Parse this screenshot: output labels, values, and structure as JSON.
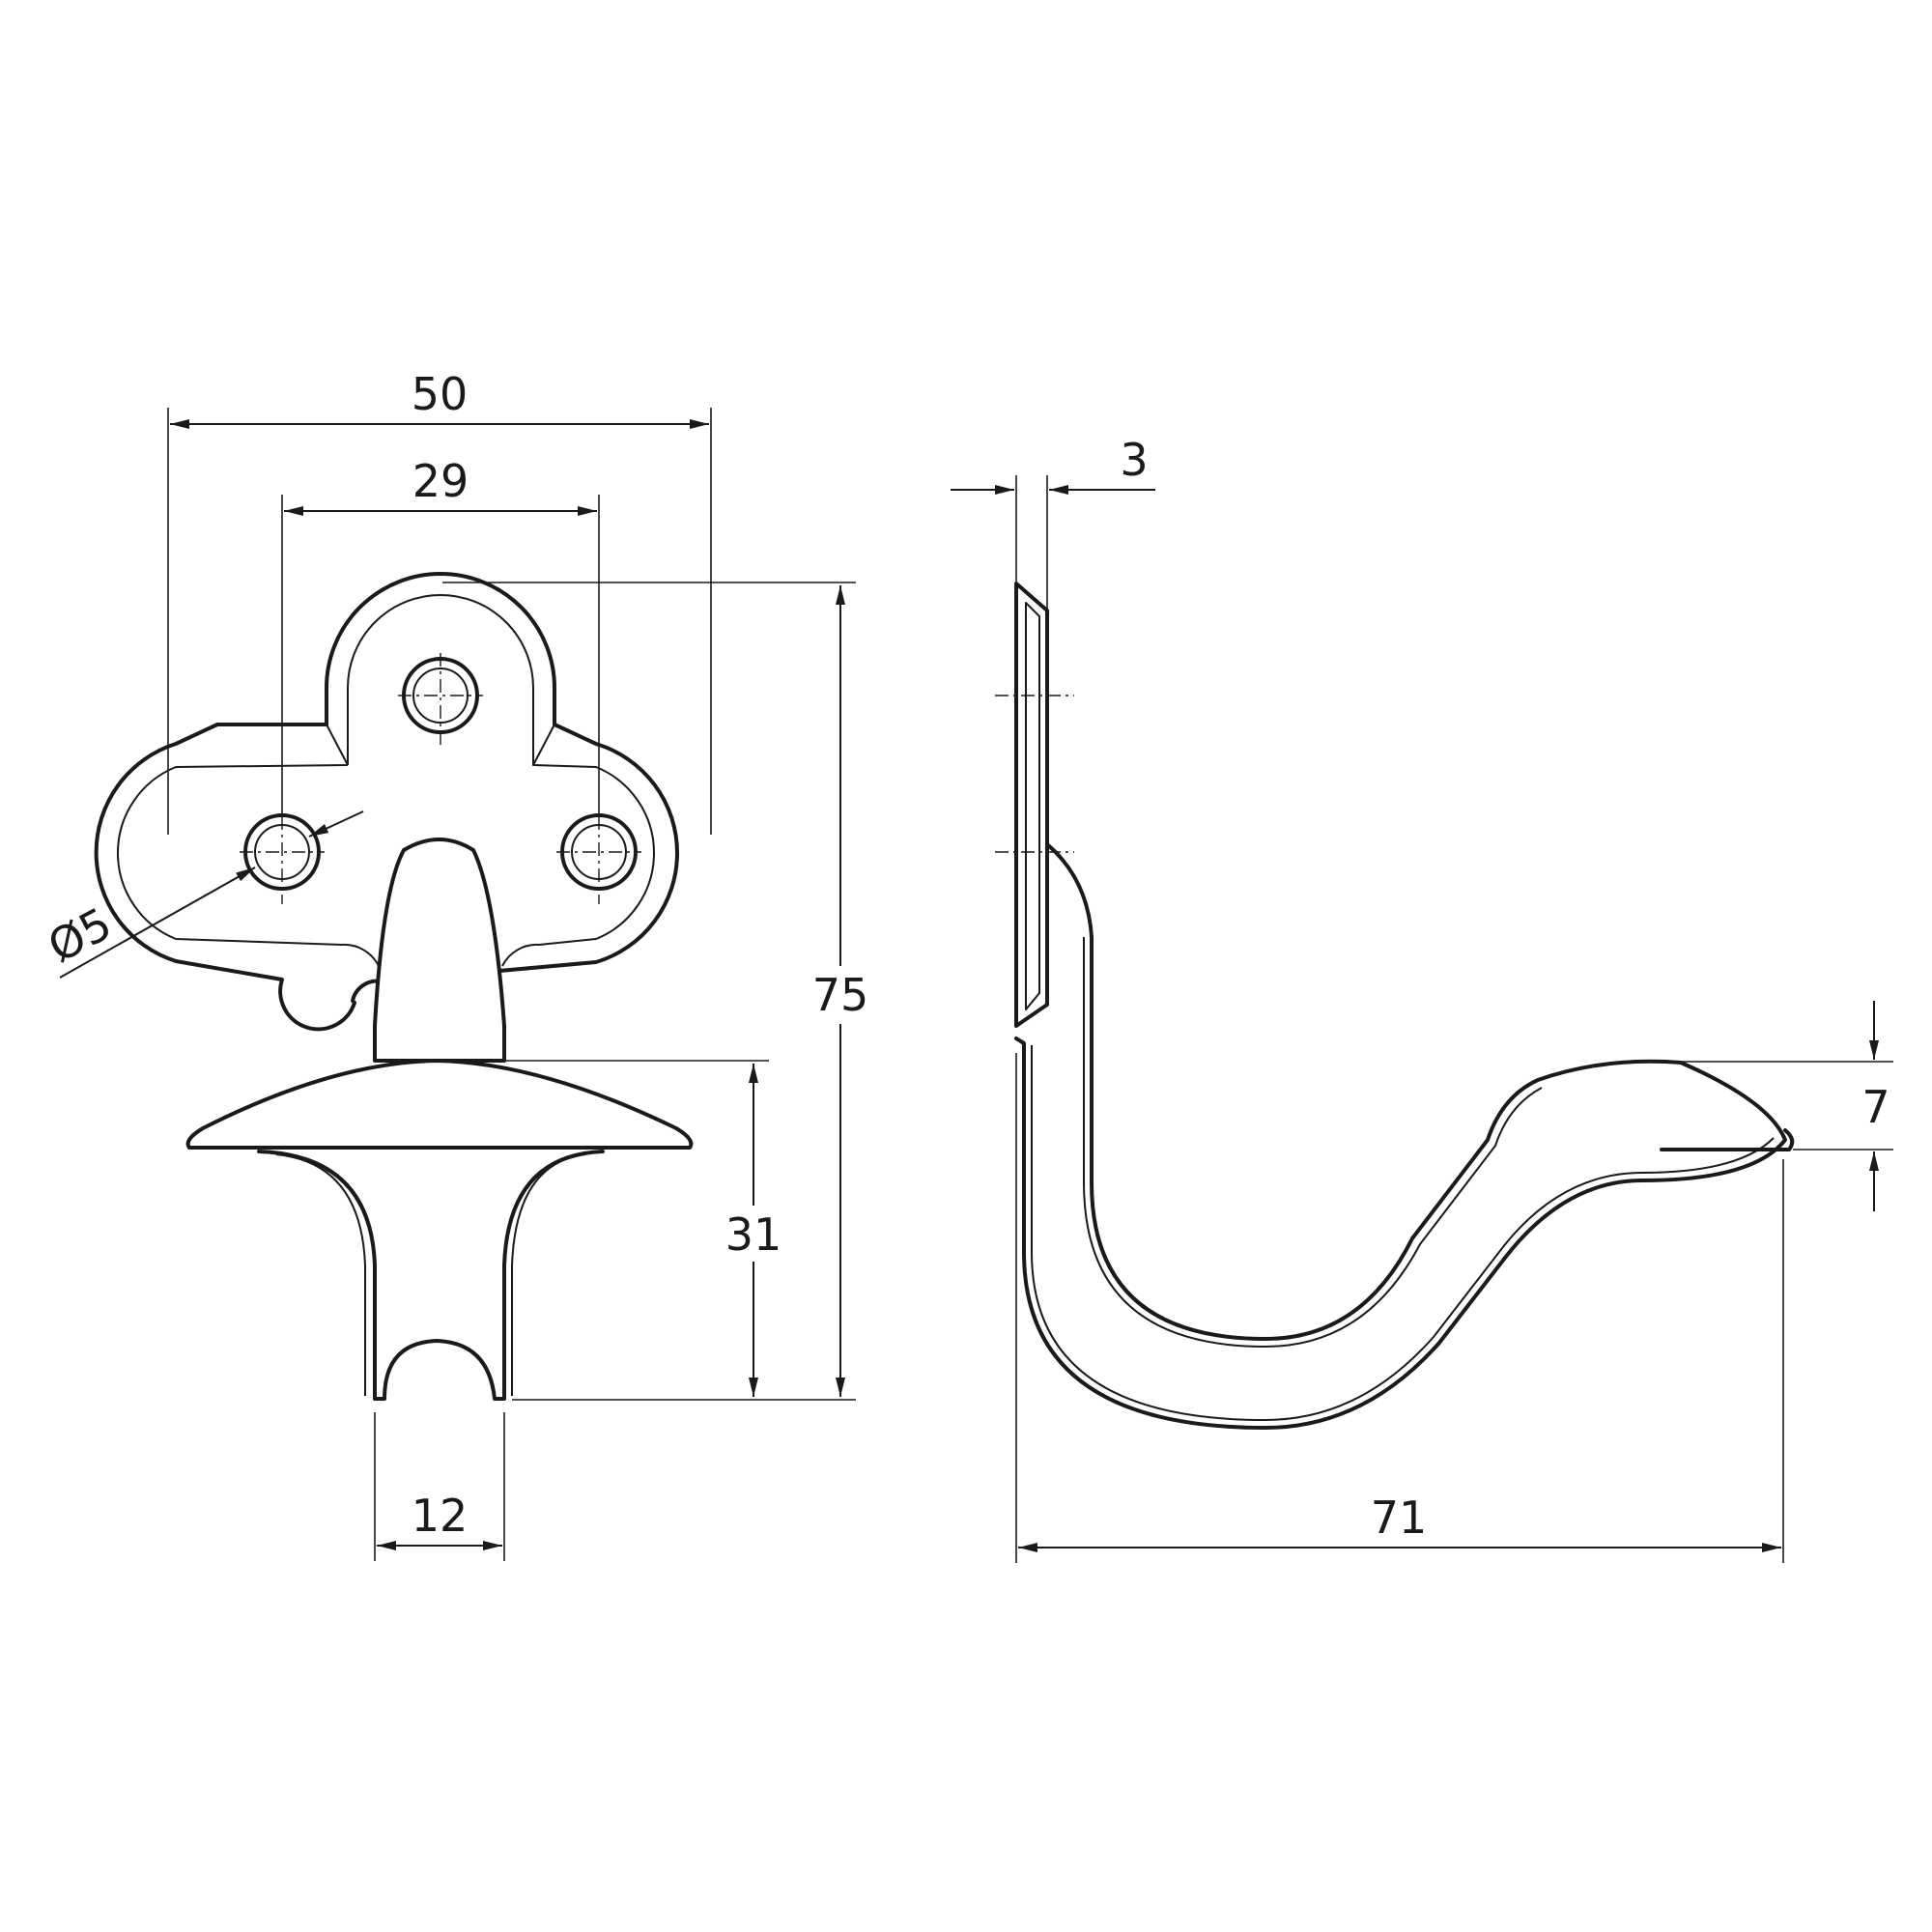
{
  "drawing": {
    "stroke_color": "#1a1a1a",
    "background": "#ffffff"
  },
  "front_view": {
    "overall_width": "50",
    "hole_spacing": "29",
    "hole_diameter": "Ø5",
    "overall_height": "75",
    "hook_drop": "31",
    "hook_width": "12"
  },
  "side_view": {
    "plate_thickness": "3",
    "projection": "71",
    "tip_height": "7"
  }
}
